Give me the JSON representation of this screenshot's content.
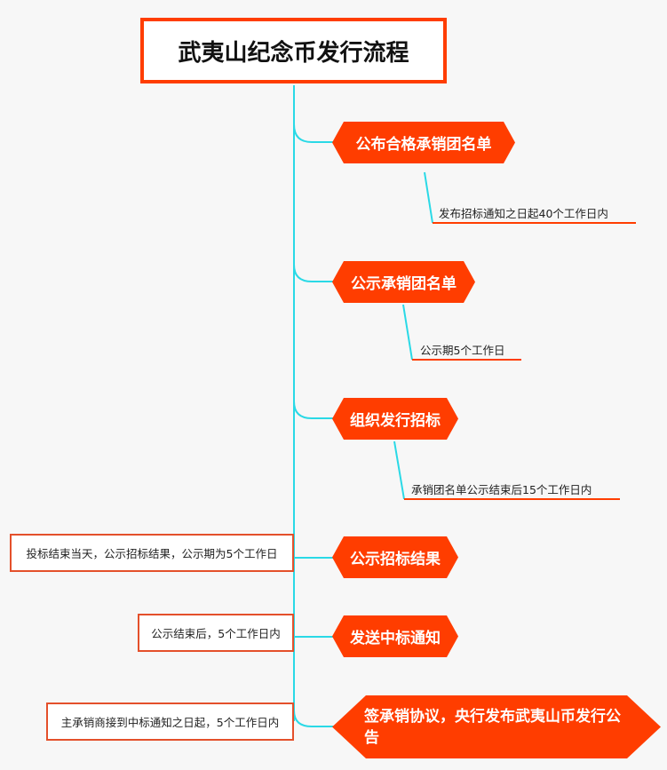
{
  "title": "武夷山纪念币发行流程",
  "steps": [
    {
      "label": "公布合格承销团名单",
      "note": "发布招标通知之日起40个工作日内"
    },
    {
      "label": "公示承销团名单",
      "note": "公示期5个工作日"
    },
    {
      "label": "组织发行招标",
      "note": "承销团名单公示结束后15个工作日内"
    },
    {
      "label": "公示招标结果",
      "note": "投标结束当天，公示招标结果，公示期为5个工作日"
    },
    {
      "label": "发送中标通知",
      "note": "公示结束后，5个工作日内"
    },
    {
      "label": "签承销协议，央行发布武夷山币发行公告",
      "note": "主承销商接到中标通知之日起，5个工作日内"
    }
  ],
  "colors": {
    "accent": "#ff3d00",
    "connector": "#2ad9e6",
    "note_underline": "#ff3d00",
    "background": "#f7f7f7"
  }
}
